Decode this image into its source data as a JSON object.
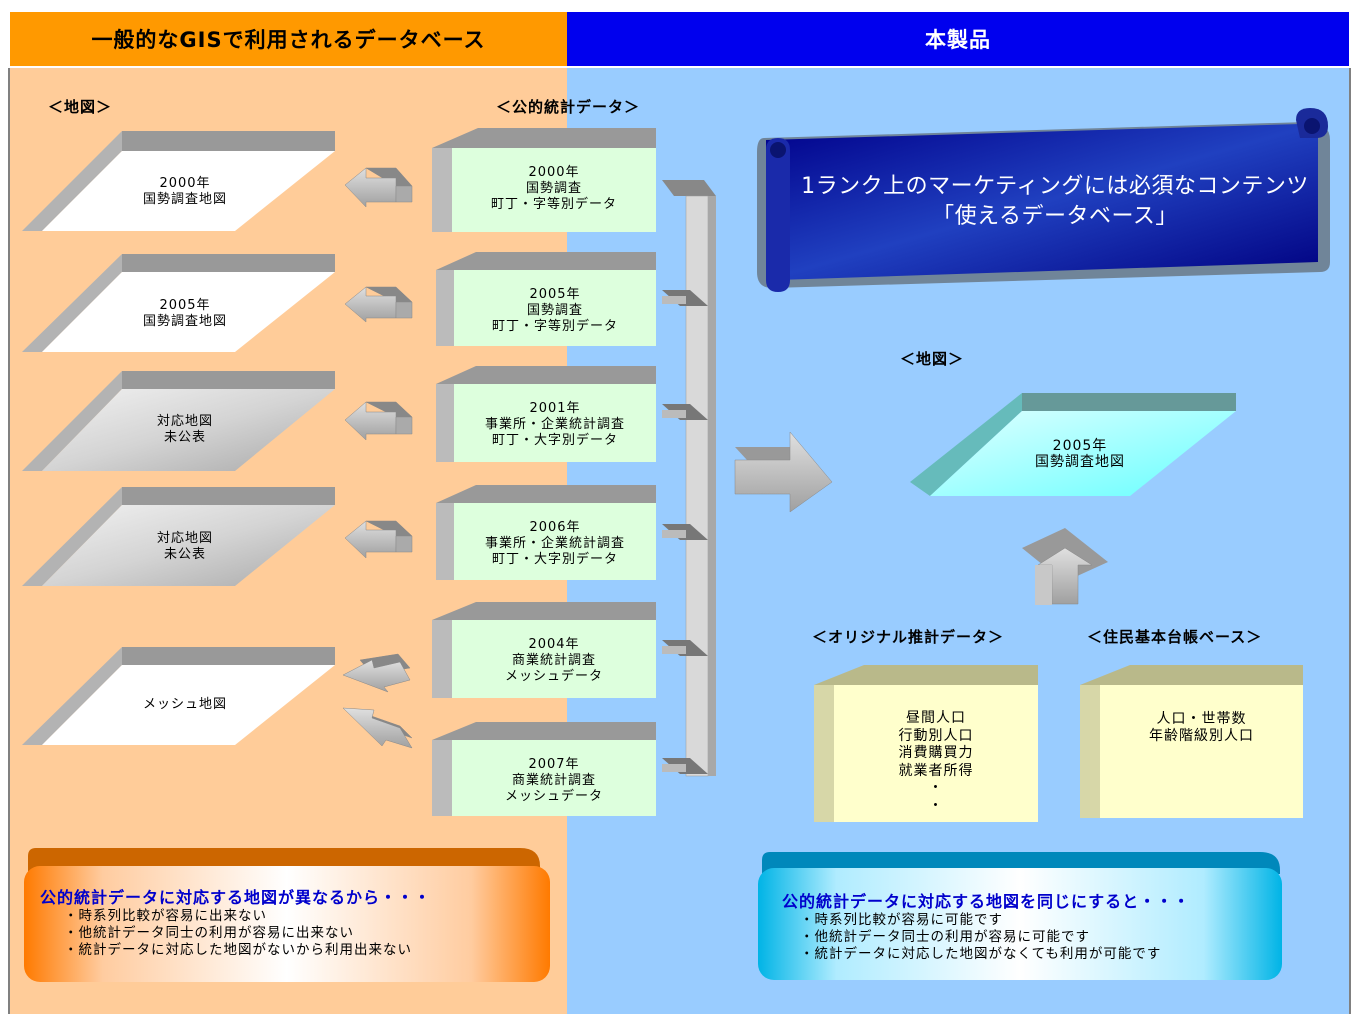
{
  "header": {
    "left_title": "一般的なGISで利用されるデータベース",
    "right_title": "本製品"
  },
  "labels": {
    "map": "＜地図＞",
    "stats": "＜公的統計データ＞",
    "map_right": "＜地図＞",
    "original": "＜オリジナル推計データ＞",
    "resident": "＜住民基本台帳ベース＞"
  },
  "maps": [
    {
      "lines": [
        "2000年",
        "国勢調査地図"
      ]
    },
    {
      "lines": [
        "2005年",
        "国勢調査地図"
      ]
    },
    {
      "lines": [
        "対応地図",
        "未公表"
      ]
    },
    {
      "lines": [
        "対応地図",
        "未公表"
      ]
    },
    {
      "lines": [
        "メッシュ地図"
      ]
    }
  ],
  "stats": [
    {
      "lines": [
        "2000年",
        "国勢調査",
        "町丁・字等別データ"
      ]
    },
    {
      "lines": [
        "2005年",
        "国勢調査",
        "町丁・字等別データ"
      ]
    },
    {
      "lines": [
        "2001年",
        "事業所・企業統計調査",
        "町丁・大字別データ"
      ]
    },
    {
      "lines": [
        "2006年",
        "事業所・企業統計調査",
        "町丁・大字別データ"
      ]
    },
    {
      "lines": [
        "2004年",
        "商業統計調査",
        "メッシュデータ"
      ]
    },
    {
      "lines": [
        "2007年",
        "商業統計調査",
        "メッシュデータ"
      ]
    }
  ],
  "scroll": {
    "line1": "1ランク上のマーケティングには必須なコンテンツ",
    "line2": "「使えるデータベース」"
  },
  "product_map": {
    "lines": [
      "2005年",
      "国勢調査地図"
    ]
  },
  "original_data": {
    "lines": [
      "昼間人口",
      "行動別人口",
      "消費購買力",
      "就業者所得",
      "・",
      "・"
    ]
  },
  "resident_data": {
    "lines": [
      "人口・世帯数",
      "年齢階級別人口"
    ]
  },
  "note_left": {
    "title": "公的統計データに対応する地図が異なるから・・・",
    "lines": [
      "・時系列比較が容易に出来ない",
      "・他統計データ同士の利用が容易に出来ない",
      "・統計データに対応した地図がないから利用出来ない"
    ]
  },
  "note_right": {
    "title": "公的統計データに対応する地図を同じにすると・・・",
    "lines": [
      "・時系列比較が容易に可能です",
      "・他統計データ同士の利用が容易に可能です",
      "・統計データに対応した地図がなくても利用が可能です"
    ]
  },
  "colors": {
    "left_header": "#ff9900",
    "right_header": "#0000ee",
    "left_panel": "#ffcc99",
    "right_panel": "#99ccff",
    "stat_face": "#ddffdd",
    "product_map": "#99ffff",
    "yellow_box": "#ffffcc",
    "note_title": "#0000cc"
  }
}
